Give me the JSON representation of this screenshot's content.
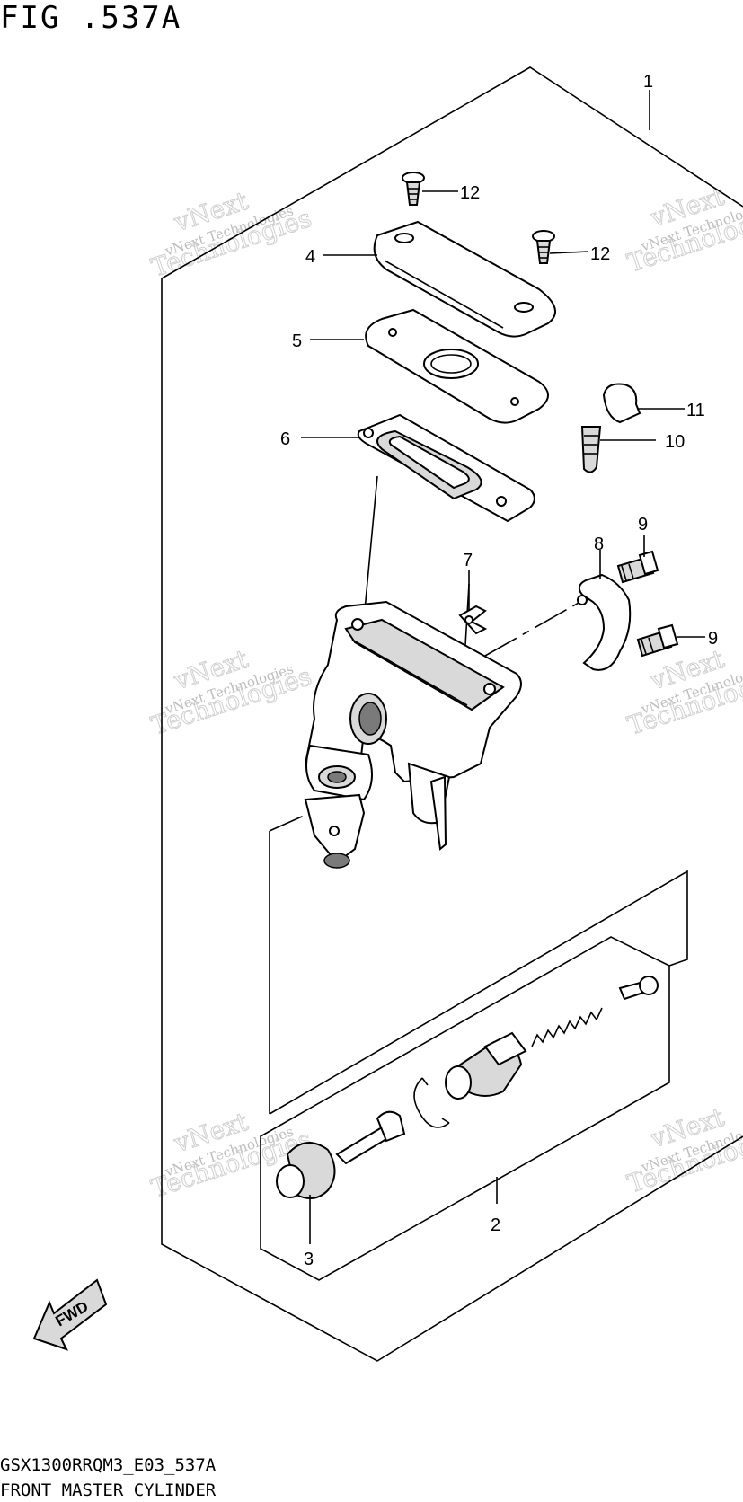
{
  "figure": {
    "title": "FIG .537A"
  },
  "callouts": [
    {
      "id": "1",
      "label": "1"
    },
    {
      "id": "2",
      "label": "2"
    },
    {
      "id": "3",
      "label": "3"
    },
    {
      "id": "4",
      "label": "4"
    },
    {
      "id": "5",
      "label": "5"
    },
    {
      "id": "6",
      "label": "6"
    },
    {
      "id": "7",
      "label": "7"
    },
    {
      "id": "8",
      "label": "8"
    },
    {
      "id": "9a",
      "label": "9"
    },
    {
      "id": "9b",
      "label": "9"
    },
    {
      "id": "10",
      "label": "10"
    },
    {
      "id": "11",
      "label": "11"
    },
    {
      "id": "12a",
      "label": "12"
    },
    {
      "id": "12b",
      "label": "12"
    }
  ],
  "watermark": {
    "line1": "vNext",
    "line2": "vNext Technologies",
    "line3": "Technologies"
  },
  "fwd_arrow": {
    "label": "FWD"
  },
  "footer": {
    "code": "GSX1300RRQM3_E03_537A",
    "caption": "FRONT MASTER CYLINDER"
  }
}
